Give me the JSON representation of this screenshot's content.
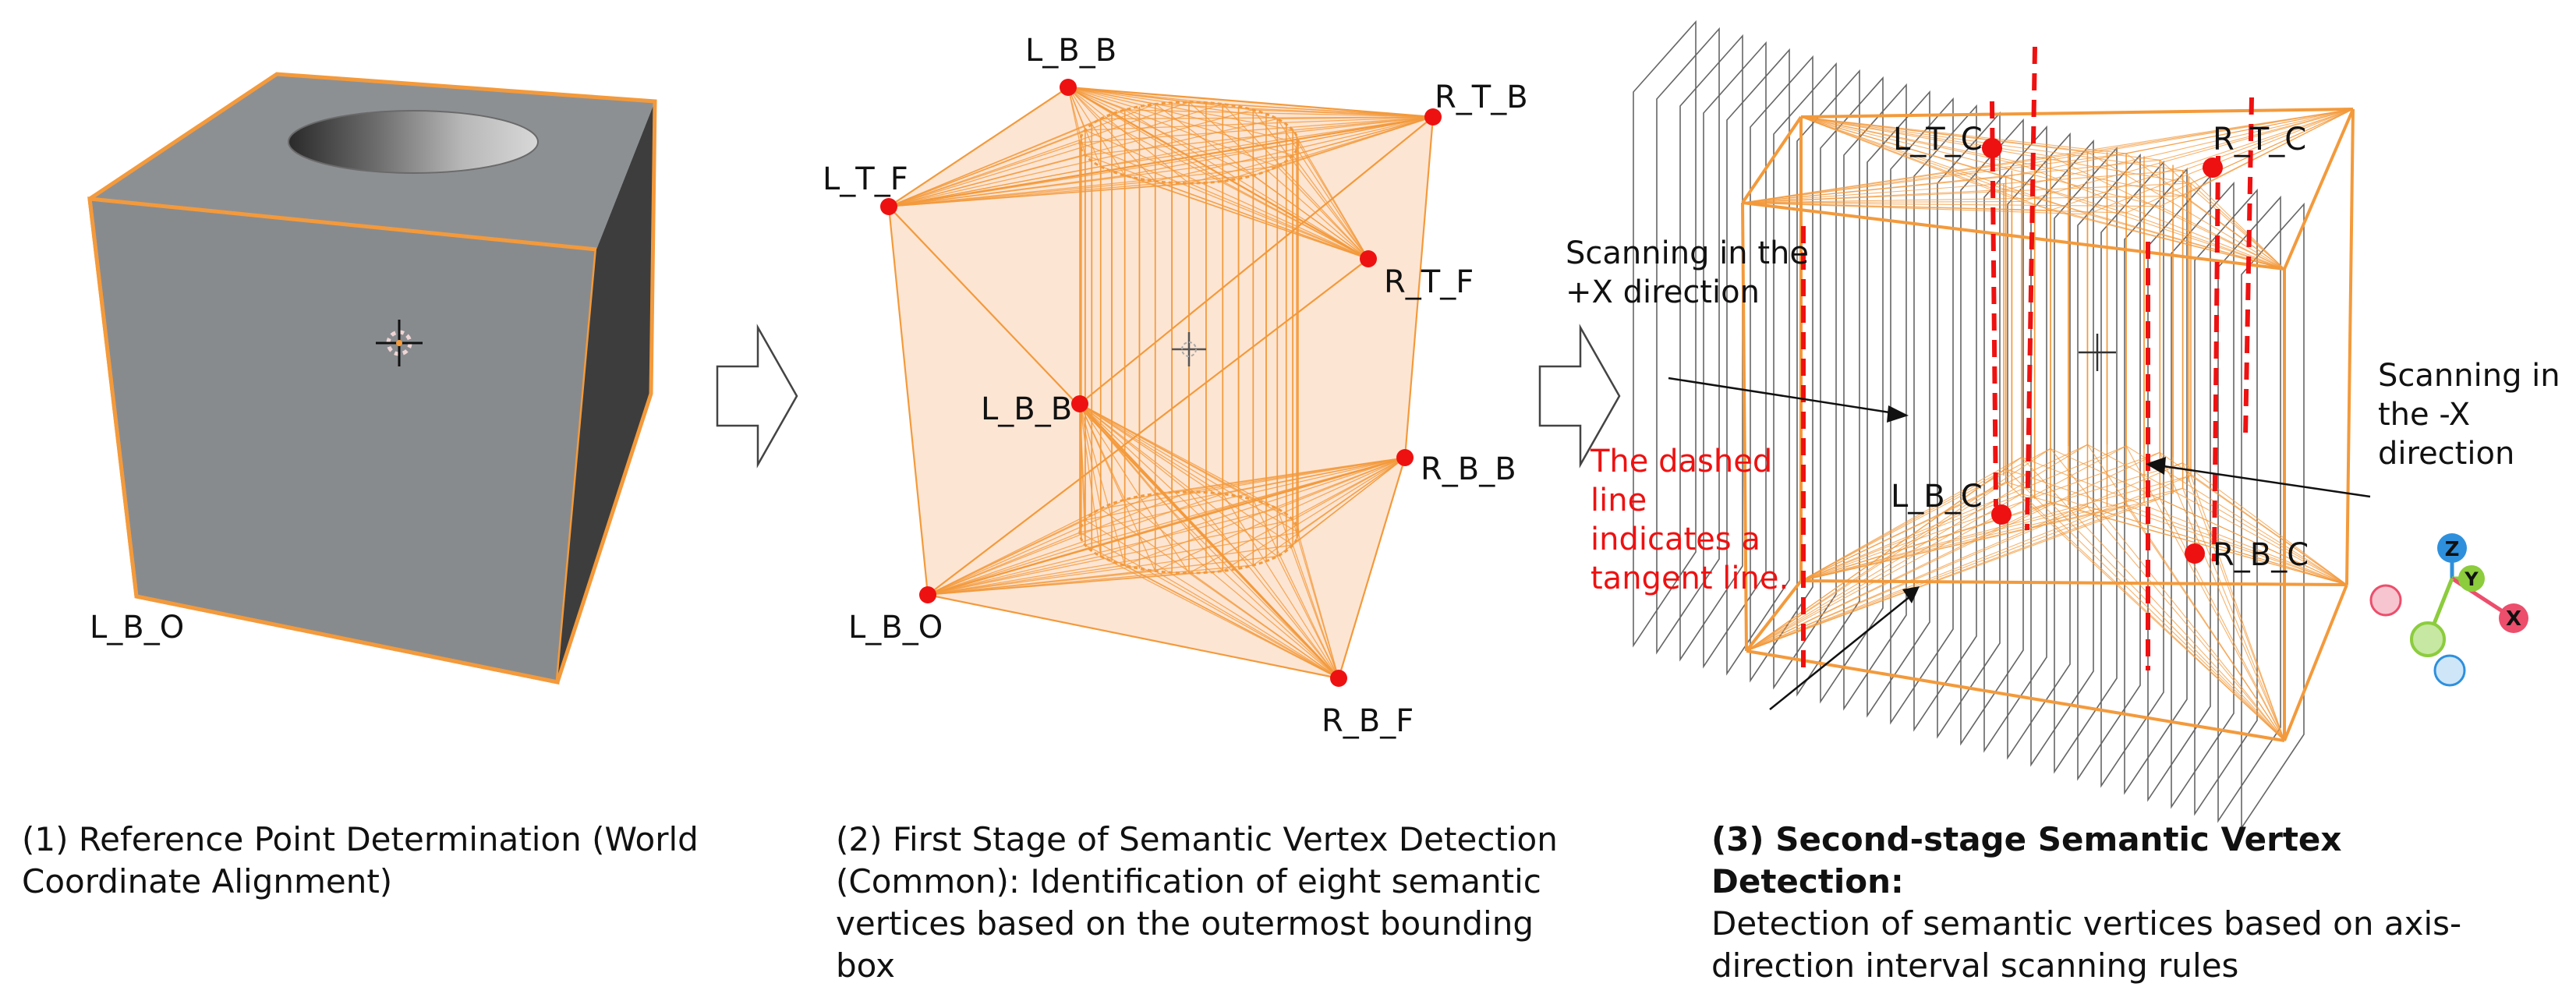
{
  "panel1": {
    "label_origin": "L_B_O",
    "caption": "(1) Reference Point Determination (World Coordinate Alignment)"
  },
  "panel2": {
    "vertices": [
      "L_B_B",
      "R_T_B",
      "L_T_F",
      "R_T_F",
      "L_B_B",
      "R_B_B",
      "L_B_O",
      "R_B_F"
    ],
    "caption": "(2) First Stage of Semantic Vertex Detection (Common): Identification of eight semantic vertices based on the outermost bounding box"
  },
  "panel3": {
    "vertices": [
      "L_T_C",
      "R_T_C",
      "L_B_C",
      "R_B_C"
    ],
    "scan_plus_x": [
      "Scanning in the",
      "+X direction"
    ],
    "scan_minus_x": [
      "Scanning in",
      "the -X",
      "direction"
    ],
    "tangent_note": [
      "The dashed",
      "line",
      "indicates a",
      "tangent line."
    ],
    "axes": [
      "Z",
      "Y",
      "X"
    ],
    "caption_bold": "(3) Second-stage Semantic Vertex Detection:",
    "caption_rest": "Detection of semantic vertices based on axis-direction interval scanning rules"
  },
  "colors": {
    "orange": "#f39a3c",
    "red": "#ee1111",
    "cube_front": "#8a8d90",
    "cube_side": "#3f3f3f",
    "axis_x": "#ec4e6c",
    "axis_y": "#8ccc3d",
    "axis_z": "#2e90dd"
  }
}
